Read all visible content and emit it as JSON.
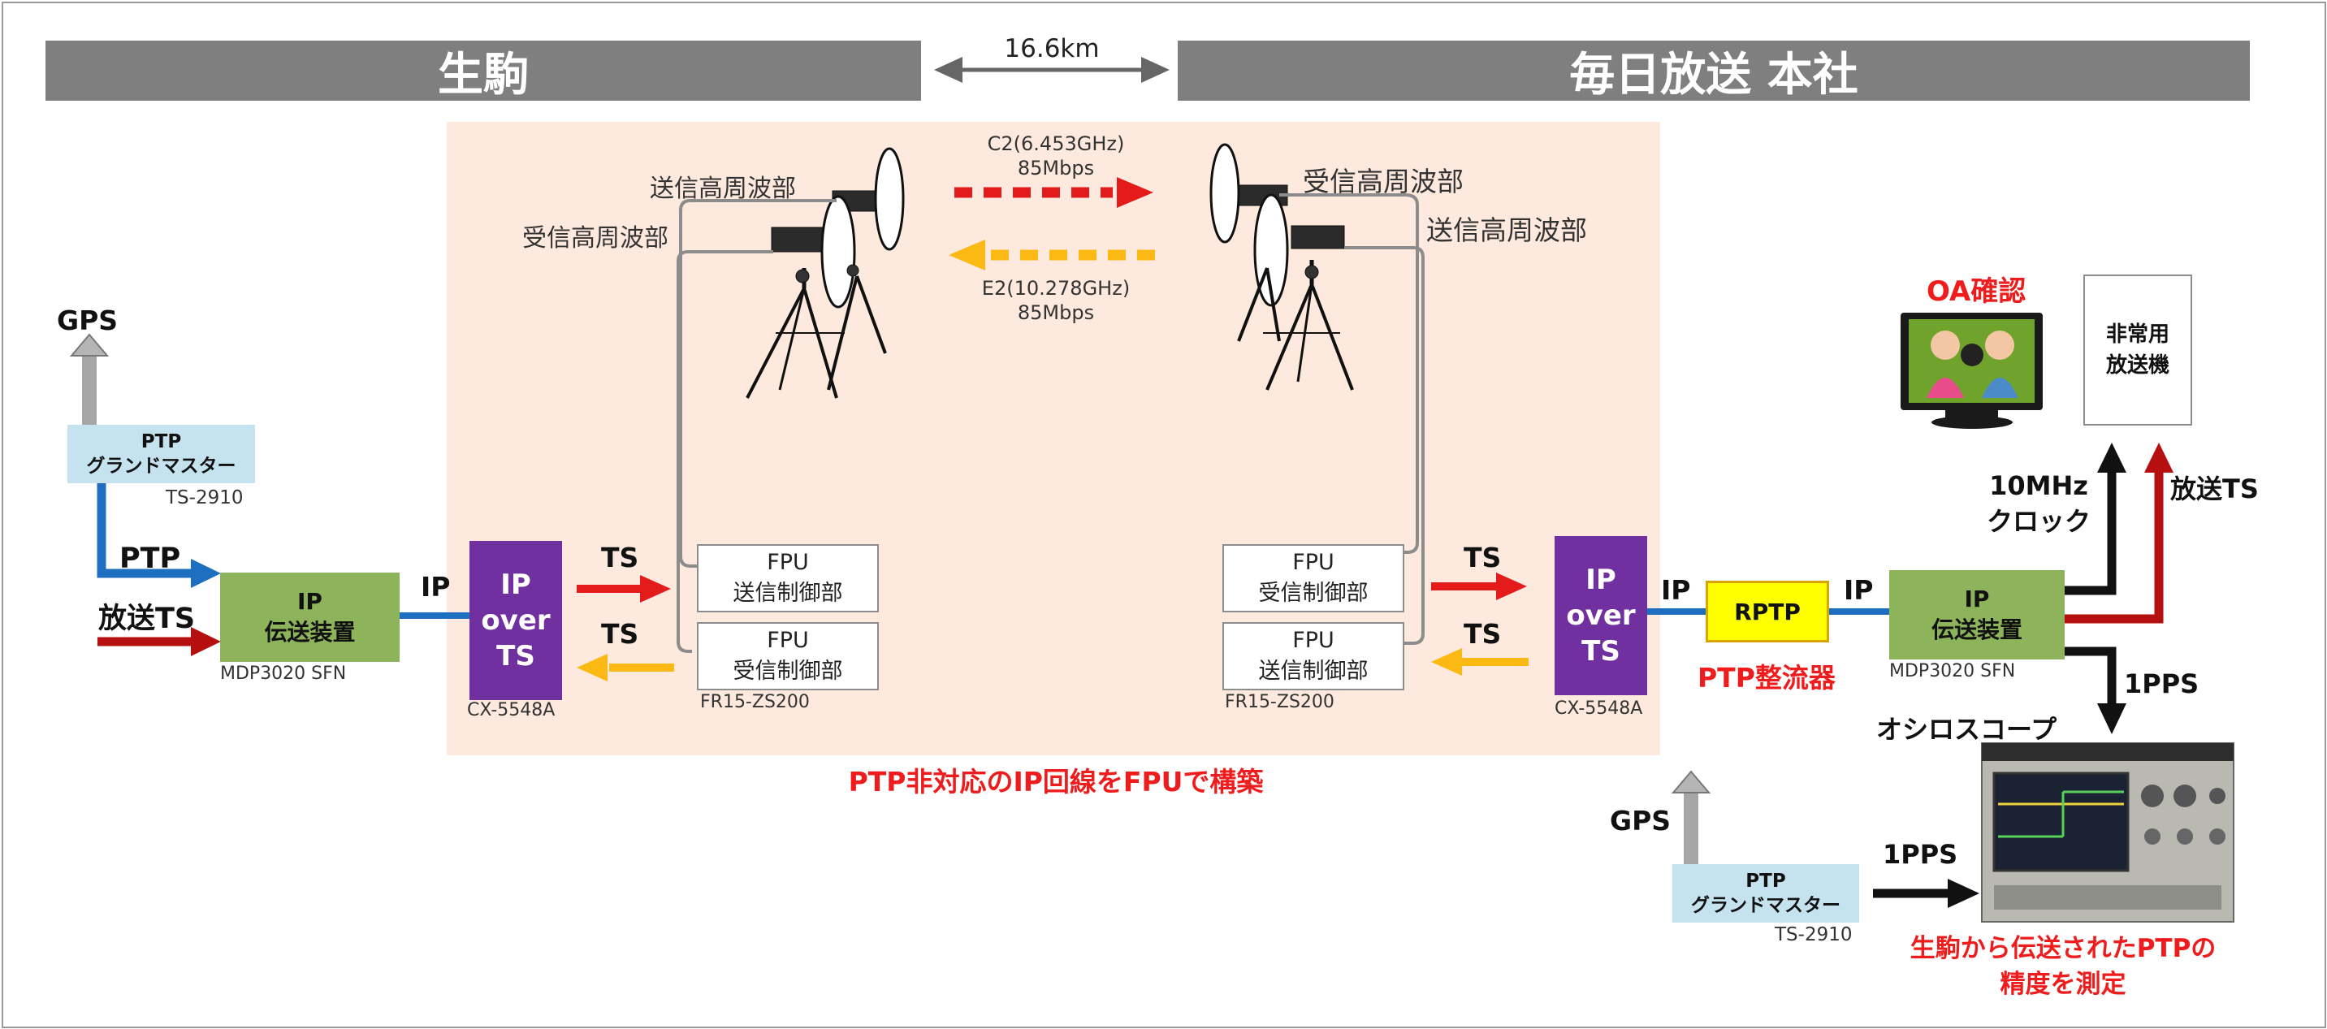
{
  "headers": {
    "left": "生駒",
    "right": "毎日放送 本社",
    "distance": "16.6km"
  },
  "microwave": {
    "c2_freq": "C2(6.453GHz)",
    "c2_rate": "85Mbps",
    "e2_freq": "E2(10.278GHz)",
    "e2_rate": "85Mbps",
    "left_tx_label": "送信高周波部",
    "left_rx_label": "受信高周波部",
    "right_rx_label": "受信高周波部",
    "right_tx_label": "送信高周波部"
  },
  "left_site": {
    "gps": "GPS",
    "ptp_gm_line1": "PTP",
    "ptp_gm_line2": "グランドマスター",
    "ptp_gm_model": "TS-2910",
    "ptp_label": "PTP",
    "broadcast_ts_label": "放送TS",
    "ip_tx_line1": "IP",
    "ip_tx_line2": "伝送装置",
    "ip_tx_model": "MDP3020 SFN",
    "ip_label": "IP",
    "ipover_line1": "IP",
    "ipover_line2": "over",
    "ipover_line3": "TS",
    "ipover_model": "CX-5548A",
    "ts_top": "TS",
    "ts_bottom": "TS",
    "fpu1_line1": "FPU",
    "fpu1_line2": "送信制御部",
    "fpu2_line1": "FPU",
    "fpu2_line2": "受信制御部",
    "fpu_model": "FR15-ZS200"
  },
  "right_site": {
    "fpu1_line1": "FPU",
    "fpu1_line2": "受信制御部",
    "fpu2_line1": "FPU",
    "fpu2_line2": "送信制御部",
    "fpu_model": "FR15-ZS200",
    "ts_top": "TS",
    "ts_bottom": "TS",
    "ipover_line1": "IP",
    "ipover_line2": "over",
    "ipover_line3": "TS",
    "ipover_model": "CX-5548A",
    "ip_label_1": "IP",
    "rptp": "RPTP",
    "rptp_caption": "PTP整流器",
    "ip_label_2": "IP",
    "ip_tx_line1": "IP",
    "ip_tx_line2": "伝送装置",
    "ip_tx_model": "MDP3020 SFN",
    "clock_line1": "10MHz",
    "clock_line2": "クロック",
    "broadcast_ts": "放送TS",
    "pps_upper": "1PPS",
    "oa_check": "OA確認",
    "emergency_line1": "非常用",
    "emergency_line2": "放送機",
    "oscilloscope": "オシロスコープ",
    "gps": "GPS",
    "ptp_gm_line1": "PTP",
    "ptp_gm_line2": "グランドマスター",
    "ptp_gm_model": "TS-2910",
    "pps_lower": "1PPS",
    "measure_line1": "生駒から伝送されたPTPの",
    "measure_line2": "精度を測定"
  },
  "caption": "PTP非対応のIP回線をFPUで構築",
  "colors": {
    "banner": "#7f7f7f",
    "fpu_zone": "#fde9dd",
    "ptp_blue": "#1f6fc0",
    "ts_red": "#e31b1b",
    "ts_dark_red": "#b50f0f",
    "ts_yellow": "#fdb913",
    "ip_green": "#8db45a",
    "ip_over_purple": "#7030a0",
    "rptp_yellow": "#ffff00",
    "light_blue": "#c5e3ee",
    "accent_red": "#ee1c1c"
  }
}
